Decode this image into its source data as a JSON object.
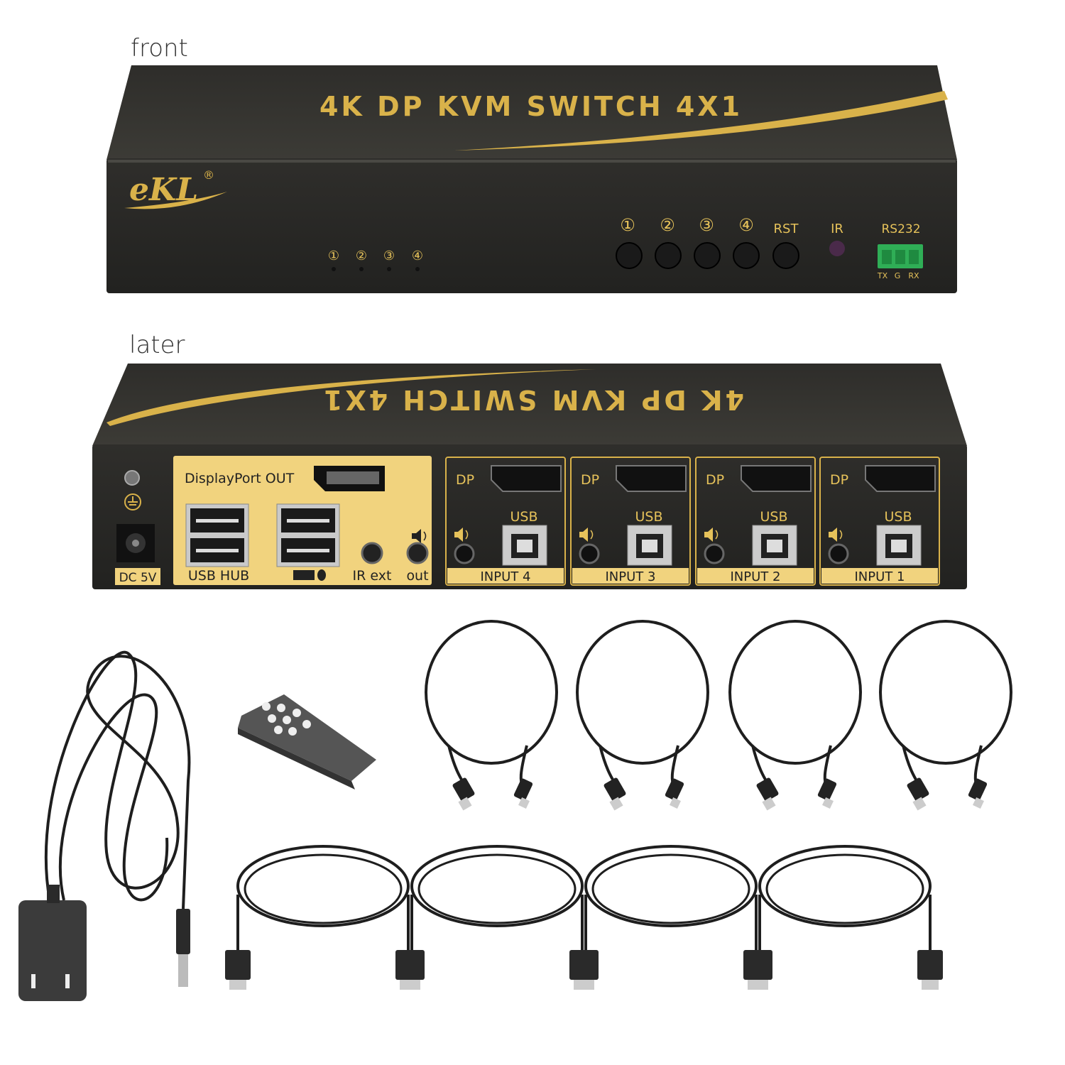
{
  "labels": {
    "front": "front",
    "rear": "later"
  },
  "front_panel": {
    "title": "4K DP KVM SWITCH 4X1",
    "logo": "eKL",
    "logo_mark": "®",
    "leds": [
      "①",
      "②",
      "③",
      "④"
    ],
    "buttons": [
      "①",
      "②",
      "③",
      "④"
    ],
    "rst_label": "RST",
    "ir_label": "IR",
    "rs232_label": "RS232",
    "rs232_pins": [
      "TX",
      "G",
      "RX"
    ]
  },
  "rear_panel": {
    "title": "4K DP KVM SWITCH 4X1",
    "power_label": "DC 5V",
    "displayport_out": "DisplayPort OUT",
    "usb_hub": "USB HUB",
    "ir_ext": "IR ext",
    "audio_out": "out",
    "inputs": [
      {
        "label": "INPUT 4",
        "dp": "DP",
        "usb": "USB"
      },
      {
        "label": "INPUT 3",
        "dp": "DP",
        "usb": "USB"
      },
      {
        "label": "INPUT 2",
        "dp": "DP",
        "usb": "USB"
      },
      {
        "label": "INPUT 1",
        "dp": "DP",
        "usb": "USB"
      }
    ]
  },
  "colors": {
    "device_body": "#2a2a28",
    "device_top": "#3a3935",
    "gold": "#d9b24a",
    "gold_panel": "#f1d37e",
    "terminal_green": "#2fae56",
    "cable": "#1e1e1e",
    "remote": "#4a4a4a"
  },
  "icons": [
    "speaker-icon",
    "keyboard-icon",
    "mouse-icon",
    "ground-icon",
    "displayport-icon",
    "usb-a-icon",
    "usb-b-icon"
  ]
}
